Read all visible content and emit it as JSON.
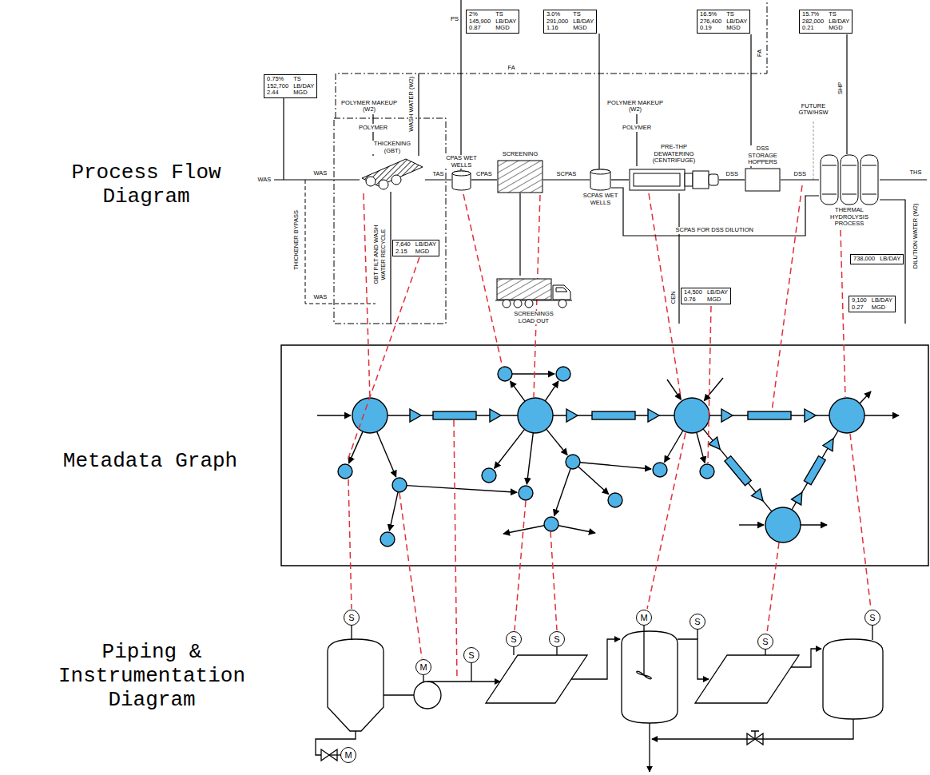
{
  "diagram": {
    "nodes": [
      {
        "text": [
          "2%",
          "TS",
          "145,900",
          "LB/DAY",
          "0.87",
          "MGD"
        ]
      },
      {
        "text": [
          "3.0%",
          "TS",
          "291,000",
          "LB/DAY",
          "1.16",
          "MGD"
        ]
      },
      {
        "text": [
          "16.5%",
          "TS",
          "276,400",
          "LB/DAY",
          "0.19",
          "MGD"
        ]
      },
      {
        "text": [
          "15.7%",
          "TS",
          "282,000",
          "LB/DAY",
          "0.21",
          "MGD"
        ]
      },
      {
        "text": [
          "0.75%",
          "TS",
          "152,700",
          "LB/DAY",
          "2.44",
          "MGD"
        ]
      },
      {
        "text": [
          "THICKENING (GBT)"
        ]
      },
      {
        "text": [
          "CPAS WET WELLS"
        ]
      },
      {
        "text": [
          "SCREENING"
        ]
      },
      {
        "text": [
          "SCPAS WET WELLS"
        ]
      },
      {
        "text": [
          "PRE-THP DEWATERING (CENTRIFUGE)"
        ]
      },
      {
        "text": [
          "DSS STORAGE HOPPERS"
        ]
      },
      {
        "text": [
          "THERMAL HYDROLYSIS PROCESS"
        ]
      },
      {
        "text": [
          "7,640",
          "LB/DAY",
          "2.15",
          "MGD"
        ]
      },
      {
        "text": [
          "738,000",
          "LB/DAY"
        ]
      },
      {
        "text": [
          "14,500",
          "LB/DAY",
          "0.76",
          "MGD"
        ]
      },
      {
        "text": [
          "9,100",
          "LB/DAY",
          "0.27",
          "MGD"
        ]
      },
      {
        "text": [
          "SCREENINGS LOAD OUT"
        ]
      },
      {
        "text": [
          "S"
        ]
      },
      {
        "text": [
          "M"
        ]
      },
      {
        "text": [
          "S"
        ]
      },
      {
        "text": [
          "S"
        ]
      },
      {
        "text": [
          "S"
        ]
      },
      {
        "text": [
          "M"
        ]
      },
      {
        "text": [
          "S"
        ]
      },
      {
        "text": [
          "S"
        ]
      },
      {
        "text": [
          "S"
        ]
      },
      {
        "text": [
          "M"
        ]
      }
    ],
    "edges": [
      {
        "from": 5,
        "to": 6,
        "arrow": "none",
        "label": "TAS"
      },
      {
        "from": 6,
        "to": 7,
        "arrow": "none",
        "label": "CPAS"
      },
      {
        "from": 7,
        "to": 8,
        "arrow": "none",
        "label": "SCPAS"
      },
      {
        "from": 8,
        "to": 9,
        "arrow": "none"
      },
      {
        "from": 9,
        "to": 10,
        "arrow": "none",
        "label": "DSS"
      },
      {
        "from": 10,
        "to": 11,
        "arrow": "none",
        "label": "DSS"
      },
      {
        "from": 7,
        "to": 16,
        "arrow": "none"
      },
      {
        "from": 8,
        "to": 11,
        "arrow": "none",
        "label": "SCPAS FOR DSS DILUTION"
      }
    ],
    "labels": [
      "Process Flow Diagram",
      "Metadata Graph",
      "Piping & Instrumentation Diagram",
      "WAS",
      "WAS",
      "WAS",
      "THICKENER BYPASS",
      "POLYMER MAKEUP (W2)",
      "POLYMER",
      "WASH WATER (W2)",
      "GBT FILT AND WASH WATER RECYCLE",
      "PS",
      "FA",
      "POLYMER MAKEUP (W2)",
      "POLYMER",
      "FA",
      "FUTURE GTW/HSW",
      "SHP",
      "DILUTION WATER (W2)",
      "THS",
      "CEN"
    ]
  }
}
